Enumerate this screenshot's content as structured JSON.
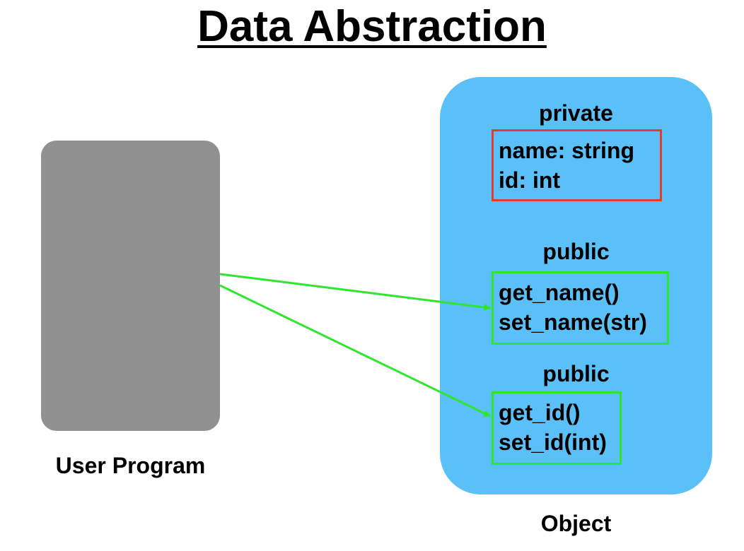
{
  "title": "Data Abstraction",
  "user_program": {
    "label": "User Program"
  },
  "object": {
    "label": "Object",
    "sections": [
      {
        "header": "private",
        "members": [
          "name: string",
          "id: int"
        ]
      },
      {
        "header": "public",
        "members": [
          "get_name()",
          "set_name(str)"
        ]
      },
      {
        "header": "public",
        "members": [
          "get_id()",
          "set_id(int)"
        ]
      }
    ]
  },
  "colors": {
    "user_box": "#919191",
    "object_box": "#5bc0f8",
    "private_border": "#e53935",
    "public_border": "#2ee62e",
    "arrow": "#2ee62e"
  }
}
